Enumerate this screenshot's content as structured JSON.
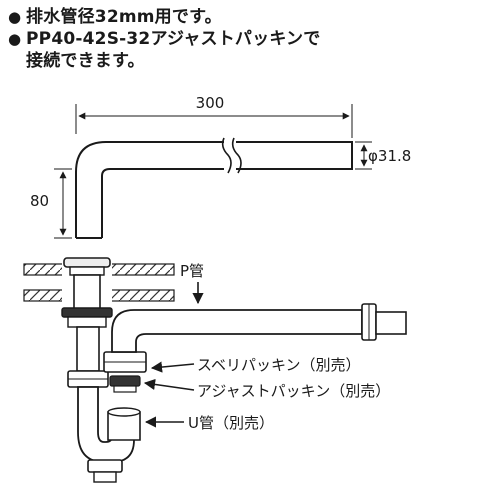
{
  "notes": [
    {
      "bullet": "●",
      "text": "排水管径32mm用です。"
    },
    {
      "bullet": "●",
      "text": "PP40-42S-32アジャストパッキンで\n接続できます。"
    }
  ],
  "dimensions": {
    "length": "300",
    "diameter": "φ31.8",
    "height": "80"
  },
  "callouts": {
    "p_pipe": "P管",
    "slip_packing": "スベリパッキン（別売）",
    "adjust_packing": "アジャストパッキン（別売）",
    "u_pipe": "U管（別売）"
  }
}
